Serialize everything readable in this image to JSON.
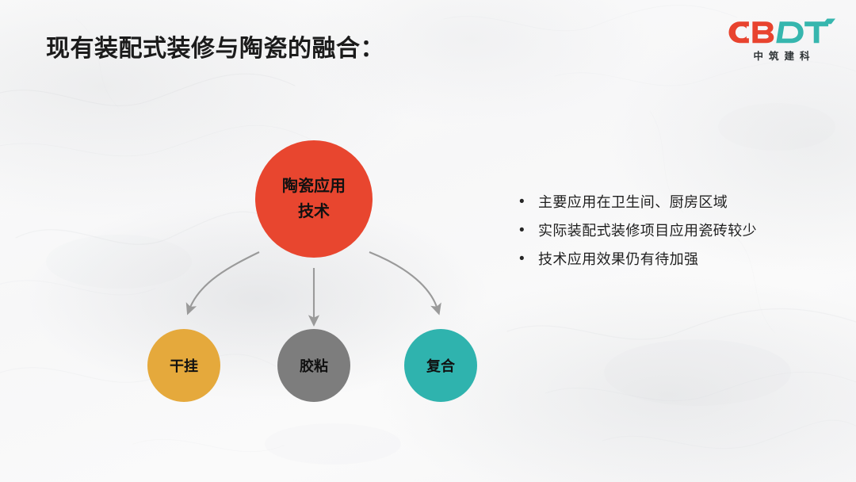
{
  "slide": {
    "title": "现有装配式装修与陶瓷的融合：",
    "background_color": "#fafafa"
  },
  "logo": {
    "wordmark": "CBDT",
    "wordmark_part_1": "CB",
    "wordmark_part_2": "DT",
    "subtitle": "中筑建科",
    "color_red": "#E8432E",
    "color_teal": "#36B6AE"
  },
  "diagram": {
    "center_node": {
      "label_line_1": "陶瓷应用",
      "label_line_2": "技术",
      "color": "#E8462F",
      "text_color": "#111111"
    },
    "leaf_nodes": [
      {
        "label": "干挂",
        "color": "#E5A93C",
        "text_color": "#111111"
      },
      {
        "label": "胶粘",
        "color": "#7D7D7D",
        "text_color": "#111111"
      },
      {
        "label": "复合",
        "color": "#2FB3AE",
        "text_color": "#111111"
      }
    ],
    "connector_color": "#9A9A9A",
    "connectors": [
      {
        "name": "arrow-to-dry-hang",
        "style": "curved-left"
      },
      {
        "name": "arrow-to-adhesive",
        "style": "straight-down"
      },
      {
        "name": "arrow-to-composite",
        "style": "curved-right"
      }
    ]
  },
  "bullets": {
    "marker": "•",
    "items": [
      "主要应用在卫生间、厨房区域",
      "实际装配式装修项目应用瓷砖较少",
      "技术应用效果仍有待加强"
    ]
  }
}
